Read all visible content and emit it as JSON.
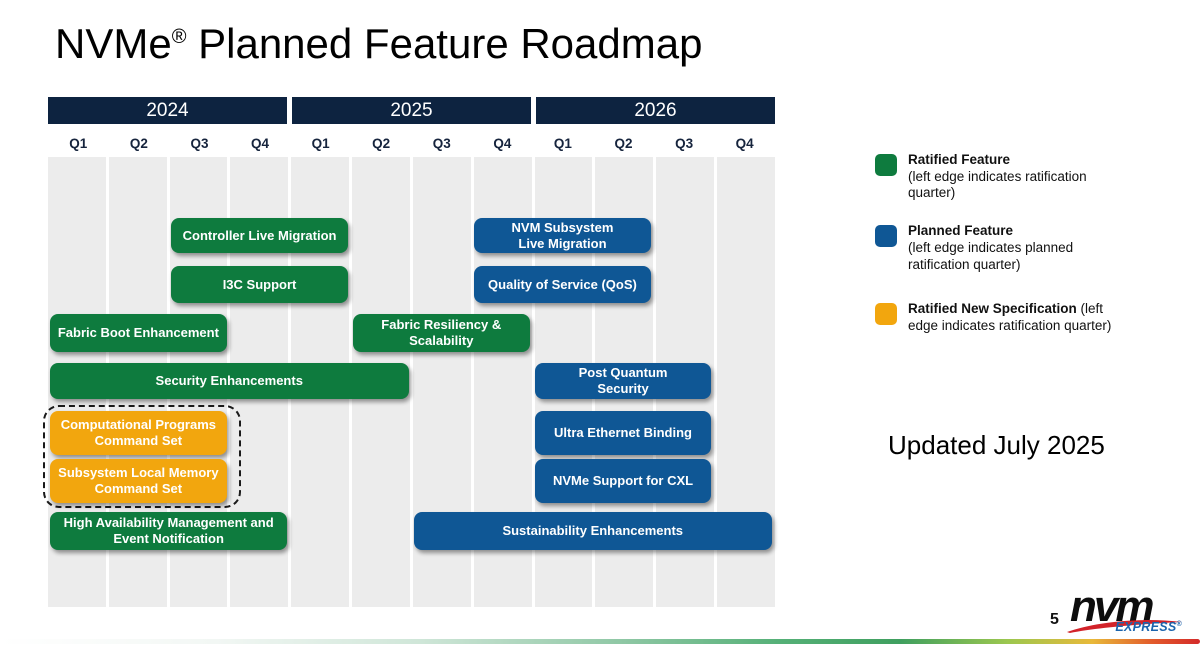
{
  "title": {
    "prefix": "NVMe",
    "reg": "®",
    "suffix": " Planned Feature Roadmap"
  },
  "updated_label": "Updated July 2025",
  "page_number": "5",
  "logo": {
    "name": "nvm",
    "express": "EXPRESS",
    "reg": "®"
  },
  "colors": {
    "green": "#0e7b3e",
    "blue": "#0f5795",
    "orange": "#f2a60e",
    "navy": "#0d2340",
    "grid_gray": "#ececec",
    "swoosh_red": "#d2232a",
    "express_blue": "#1b64ad"
  },
  "years": [
    {
      "label": "2024",
      "quarters": [
        "Q1",
        "Q2",
        "Q3",
        "Q4"
      ]
    },
    {
      "label": "2025",
      "quarters": [
        "Q1",
        "Q2",
        "Q3",
        "Q4"
      ]
    },
    {
      "label": "2026",
      "quarters": [
        "Q1",
        "Q2",
        "Q3",
        "Q4"
      ]
    }
  ],
  "legend": [
    {
      "swatch": "green",
      "title": "Ratified Feature",
      "desc": "(left edge indicates ratification quarter)"
    },
    {
      "swatch": "blue",
      "title": "Planned Feature",
      "desc": "(left edge indicates planned ratification quarter)"
    },
    {
      "swatch": "orange",
      "title": "Ratified New Specification",
      "desc": "(left edge indicates ratification quarter)"
    }
  ],
  "chart_data": {
    "type": "roadmap-gantt",
    "quarter_axis": [
      "2024-Q1",
      "2024-Q2",
      "2024-Q3",
      "2024-Q4",
      "2025-Q1",
      "2025-Q2",
      "2025-Q3",
      "2025-Q4",
      "2026-Q1",
      "2026-Q2",
      "2026-Q3",
      "2026-Q4"
    ],
    "statuses": {
      "ratified": "Ratified Feature",
      "planned": "Planned Feature",
      "ratified-new-spec": "Ratified New Specification"
    },
    "features": [
      {
        "label": "Controller Live Migration",
        "status": "ratified",
        "start": "2024-Q3",
        "end": "2025-Q1",
        "track": 0
      },
      {
        "label": "I3C Support",
        "status": "ratified",
        "start": "2024-Q3",
        "end": "2025-Q1",
        "track": 1
      },
      {
        "label": "Fabric Boot Enhancement",
        "status": "ratified",
        "start": "2024-Q1",
        "end": "2024-Q3",
        "track": 2
      },
      {
        "label": "Fabric Resiliency &\nScalability",
        "status": "ratified",
        "start": "2025-Q2",
        "end": "2025-Q4",
        "track": 2
      },
      {
        "label": "Security Enhancements",
        "status": "ratified",
        "start": "2024-Q1",
        "end": "2025-Q2",
        "track": 3
      },
      {
        "label": "Computational Programs\nCommand Set",
        "status": "ratified-new-spec",
        "start": "2024-Q1",
        "end": "2024-Q3",
        "track": 4
      },
      {
        "label": "Subsystem Local Memory\nCommand Set",
        "status": "ratified-new-spec",
        "start": "2024-Q1",
        "end": "2024-Q3",
        "track": 5
      },
      {
        "label": "High Availability Management and\nEvent Notification",
        "status": "ratified",
        "start": "2024-Q1",
        "end": "2024-Q4",
        "track": 6
      },
      {
        "label": "NVM Subsystem\nLive Migration",
        "status": "planned",
        "start": "2025-Q4",
        "end": "2026-Q2",
        "track": 0
      },
      {
        "label": "Quality of Service (QoS)",
        "status": "planned",
        "start": "2025-Q4",
        "end": "2026-Q2",
        "track": 1
      },
      {
        "label": "Post Quantum\nSecurity",
        "status": "planned",
        "start": "2026-Q1",
        "end": "2026-Q3",
        "track": 3
      },
      {
        "label": "Ultra Ethernet Binding",
        "status": "planned",
        "start": "2026-Q1",
        "end": "2026-Q3",
        "track": 4
      },
      {
        "label": "NVMe Support for CXL",
        "status": "planned",
        "start": "2026-Q1",
        "end": "2026-Q3",
        "track": 5
      },
      {
        "label": "Sustainability Enhancements",
        "status": "planned",
        "start": "2025-Q3",
        "end": "2026-Q4",
        "track": 6
      }
    ]
  }
}
